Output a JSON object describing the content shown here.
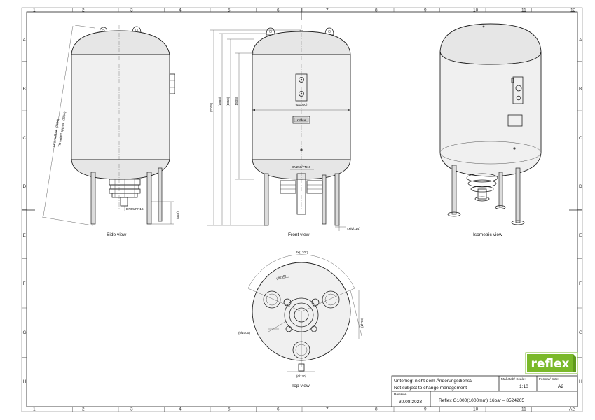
{
  "border": {
    "columns": [
      "1",
      "2",
      "3",
      "4",
      "5",
      "6",
      "7",
      "8",
      "9",
      "10",
      "11",
      "12"
    ],
    "rows": [
      "A",
      "B",
      "C",
      "D",
      "E",
      "F",
      "G",
      "H"
    ]
  },
  "views": {
    "side_label": "Side view",
    "front_label": "Front view",
    "iso_label": "Isometric view",
    "top_label": "Top view"
  },
  "side_dims": {
    "tilt_1": "Kippmaß ca. (2054)",
    "tilt_2": "Tilt height approx. (2054)",
    "flange": "DN65/PN16",
    "foot": "(345)"
  },
  "front_dims": {
    "h1": "(2018)",
    "h2": "(1888)",
    "h3": "(1668)",
    "h4": "(1508)",
    "diameter": "(Ø1000)",
    "bottom_flange": "DN250/PN16",
    "feet": "4x(Ø114)"
  },
  "top_dims": {
    "angle": "3x(120°)",
    "d1": "(Ø1000)",
    "d2": "(Ø700)",
    "d3": "(Ø170)",
    "d4": "(Ø700)"
  },
  "brand": {
    "logo_text": "reflex",
    "logo_color": "#7ab929",
    "plate_text": "reflex"
  },
  "title_block": {
    "note_de": "Unterliegt nicht dem Änderungsdienst/",
    "note_en": "Not subject to change management",
    "scale_label": "Maßstab/ Scale:",
    "scale_value": "1:10",
    "format_label": "Format/ Size:",
    "format_value": "A2",
    "revision_label": "Revision",
    "revision_value": "30.08.2023",
    "description": "Reflex G1000(1000mm) 16bar – 8524205",
    "corner_mark": "A2"
  }
}
